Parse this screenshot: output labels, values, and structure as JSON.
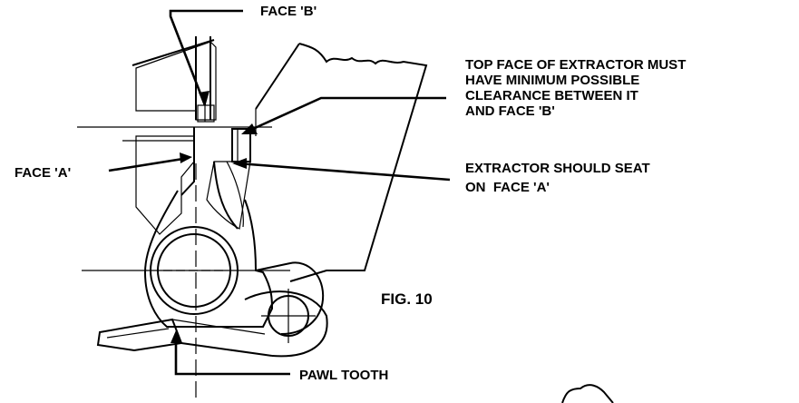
{
  "labels": {
    "face_b": "FACE 'B'",
    "face_a": "FACE 'A'",
    "top_face_note": [
      "TOP FACE OF EXTRACTOR MUST",
      "HAVE MINIMUM POSSIBLE",
      "CLEARANCE BETWEEN IT",
      "AND FACE 'B'"
    ],
    "seat_note": [
      "EXTRACTOR SHOULD SEAT",
      "ON  FACE 'A'"
    ],
    "figure": "FIG. 10",
    "pawl_tooth": "PAWL TOOTH"
  },
  "colors": {
    "ink": "#000000",
    "paper": "#ffffff"
  }
}
